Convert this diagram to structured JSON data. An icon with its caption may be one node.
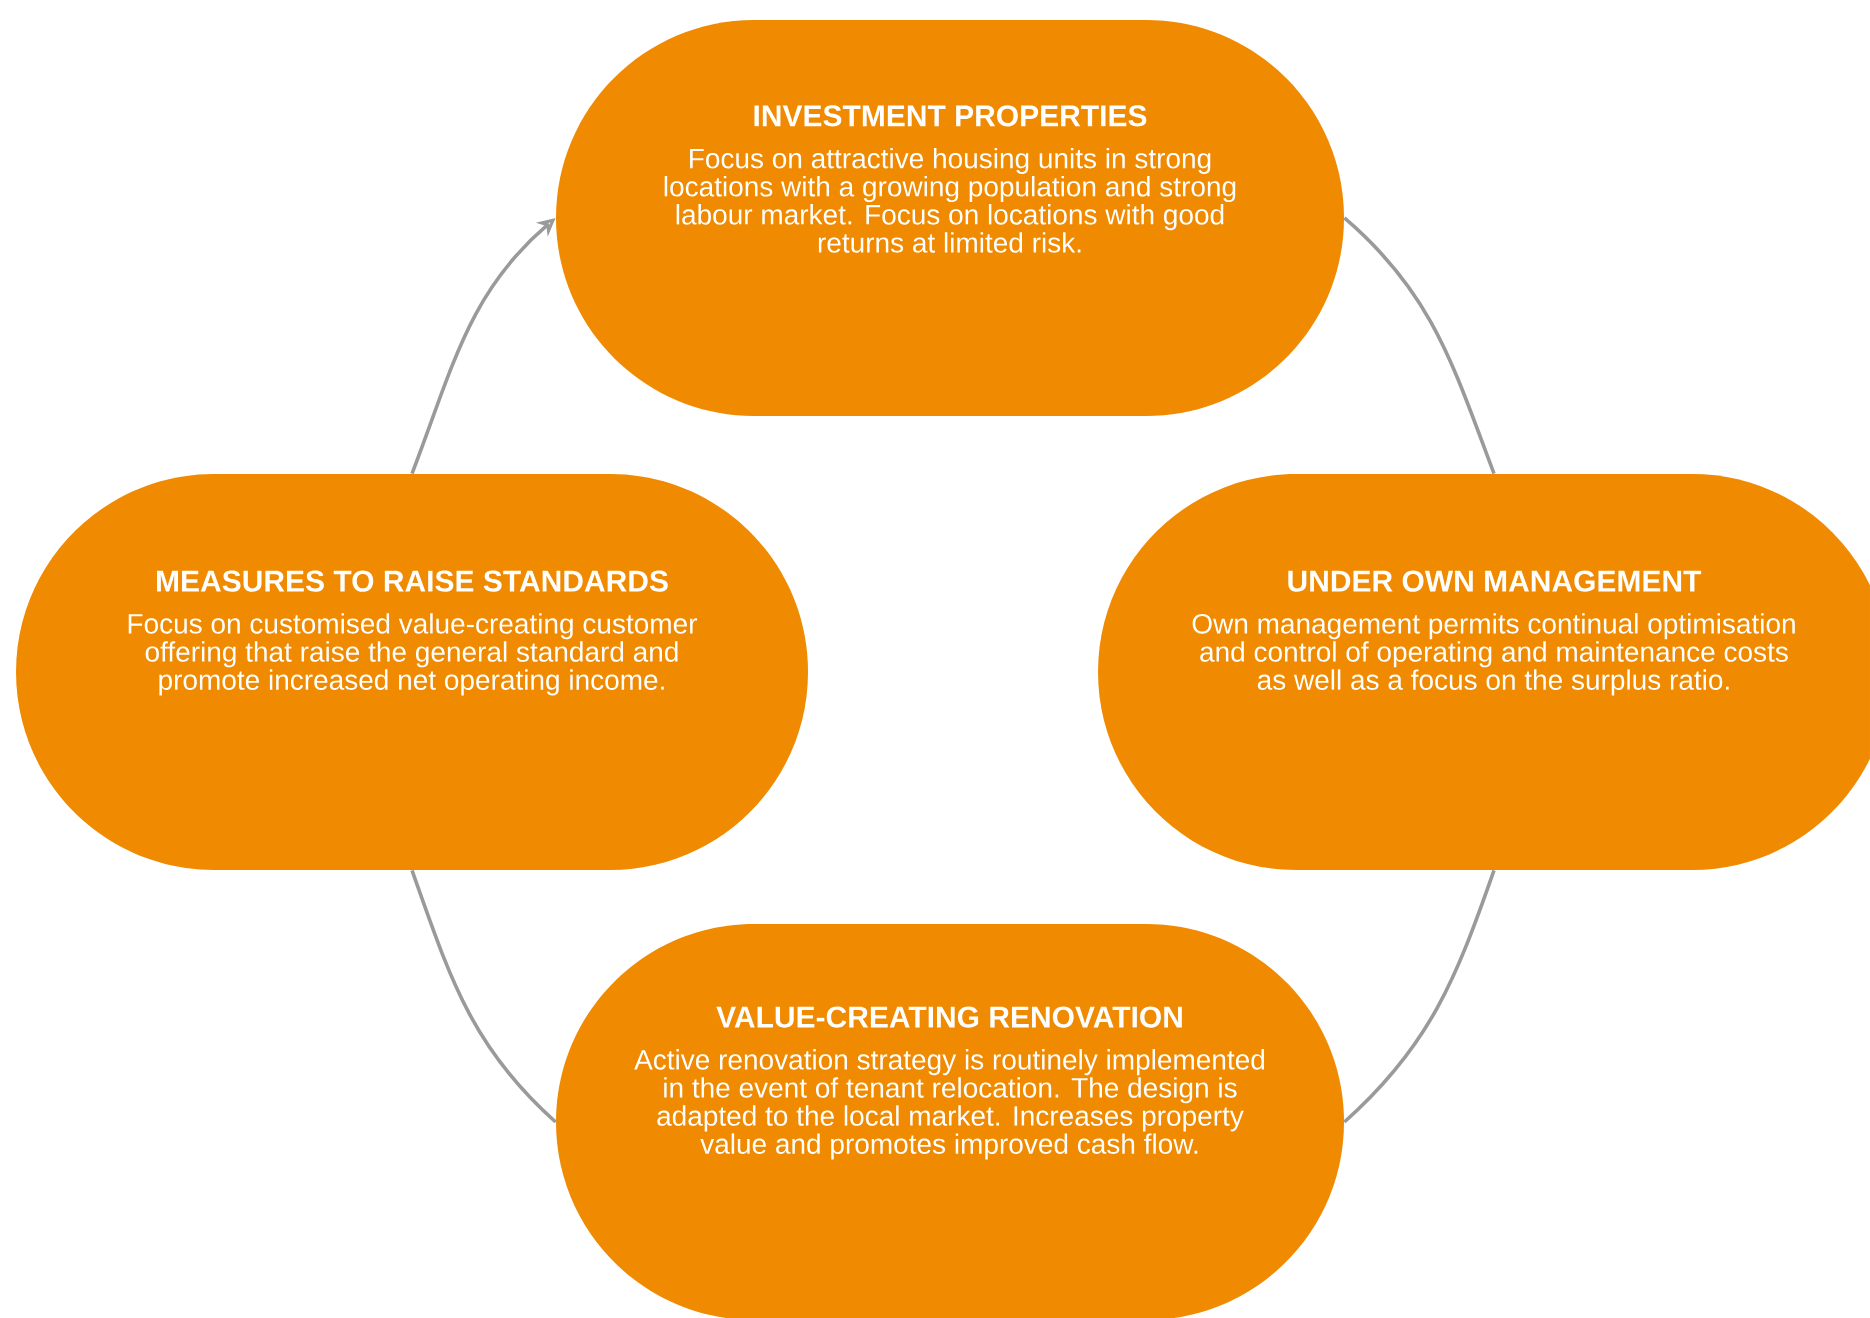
{
  "diagram": {
    "nodes": [
      {
        "text": [
          "INVESTMENT PROPERTIES",
          "Focus on attractive housing units in strong locations with a growing population and strong labour market. Focus on locations with good returns at limited risk."
        ]
      },
      {
        "text": [
          "UNDER OWN MANAGEMENT",
          "Own management permits continual optimisation and control of operating and maintenance costs as well as a focus on the surplus ratio."
        ]
      },
      {
        "text": [
          "VALUE-CREATING RENOVATION",
          "Active renovation strategy is routinely implemented in the event of tenant relocation. The design is adapted to the local market. Increases property value and promotes improved cash flow."
        ]
      },
      {
        "text": [
          "MEASURES TO RAISE STANDARDS",
          "Focus on customised value-creating customer offering that raise the general standard and promote increased net operating income."
        ]
      }
    ],
    "edges": [
      {
        "from": 0,
        "to": 1,
        "arrow": "none"
      },
      {
        "from": 1,
        "to": 2,
        "arrow": "none"
      },
      {
        "from": 2,
        "to": 3,
        "arrow": "none"
      },
      {
        "from": 3,
        "to": 0,
        "arrow": "to"
      }
    ]
  }
}
